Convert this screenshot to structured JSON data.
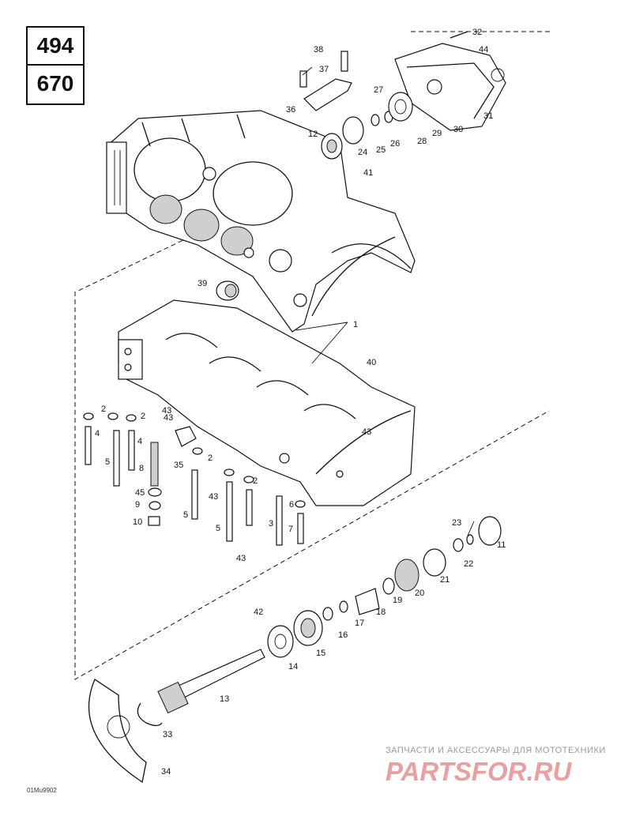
{
  "model_codes": [
    "494",
    "670"
  ],
  "callouts": [
    {
      "label": "32"
    },
    {
      "label": "44"
    },
    {
      "label": "38"
    },
    {
      "label": "37"
    },
    {
      "label": "36"
    },
    {
      "label": "27"
    },
    {
      "label": "12"
    },
    {
      "label": "24"
    },
    {
      "label": "25"
    },
    {
      "label": "26"
    },
    {
      "label": "28"
    },
    {
      "label": "29"
    },
    {
      "label": "30"
    },
    {
      "label": "31"
    },
    {
      "label": "41"
    },
    {
      "label": "39"
    },
    {
      "label": "1"
    },
    {
      "label": "40"
    },
    {
      "label": "43"
    },
    {
      "label": "2"
    },
    {
      "label": "2"
    },
    {
      "label": "4"
    },
    {
      "label": "4"
    },
    {
      "label": "5"
    },
    {
      "label": "8"
    },
    {
      "label": "35"
    },
    {
      "label": "43"
    },
    {
      "label": "2"
    },
    {
      "label": "2"
    },
    {
      "label": "45"
    },
    {
      "label": "9"
    },
    {
      "label": "10"
    },
    {
      "label": "43"
    },
    {
      "label": "5"
    },
    {
      "label": "5"
    },
    {
      "label": "6"
    },
    {
      "label": "3"
    },
    {
      "label": "7"
    },
    {
      "label": "43"
    },
    {
      "label": "43"
    },
    {
      "label": "23"
    },
    {
      "label": "11"
    },
    {
      "label": "22"
    },
    {
      "label": "21"
    },
    {
      "label": "20"
    },
    {
      "label": "19"
    },
    {
      "label": "18"
    },
    {
      "label": "42"
    },
    {
      "label": "17"
    },
    {
      "label": "16"
    },
    {
      "label": "15"
    },
    {
      "label": "14"
    },
    {
      "label": "13"
    },
    {
      "label": "33"
    },
    {
      "label": "34"
    }
  ],
  "drawing_code": "01Mu9902",
  "watermark": {
    "tagline": "ЗАПЧАСТИ И АКСЕССУАРЫ ДЛЯ МОТОТЕХНИКИ",
    "logo_text": "PARTSFOR.RU",
    "logo_color": "#e8a0a0"
  }
}
